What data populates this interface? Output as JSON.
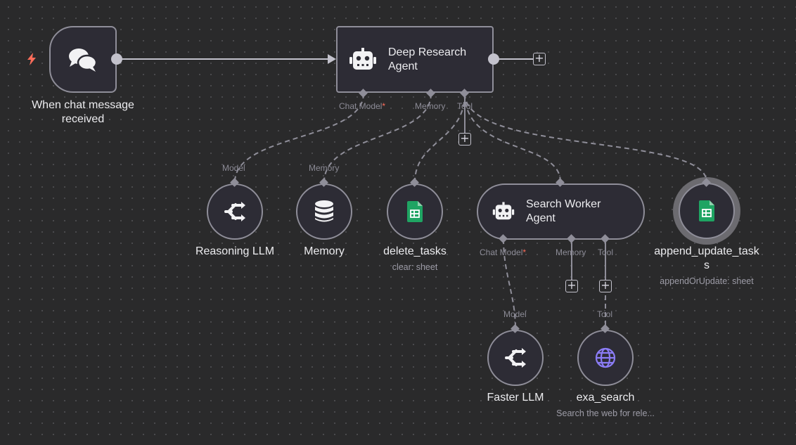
{
  "nodes": {
    "trigger": {
      "label_line1": "When chat message",
      "label_line2": "received",
      "icon": "chat-bubbles-icon"
    },
    "deep_agent": {
      "title_line1": "Deep Research",
      "title_line2": "Agent",
      "icon": "robot-icon",
      "ports": {
        "chat_model": "Chat Model",
        "memory": "Memory",
        "tool": "Tool"
      }
    },
    "reasoning_llm": {
      "label": "Reasoning LLM",
      "port": "Model",
      "icon": "model-selector-icon"
    },
    "memory": {
      "label": "Memory",
      "port": "Memory",
      "icon": "database-icon"
    },
    "delete_tasks": {
      "label": "delete_tasks",
      "sub": "clear: sheet",
      "icon": "google-sheets-icon"
    },
    "search_agent": {
      "title_line1": "Search Worker",
      "title_line2": "Agent",
      "icon": "robot-icon",
      "ports": {
        "chat_model": "Chat Model",
        "memory": "Memory",
        "tool": "Tool"
      }
    },
    "append_update": {
      "label_line1": "append_update_task",
      "label_line2": "s",
      "sub": "appendOrUpdate: sheet",
      "icon": "google-sheets-icon"
    },
    "faster_llm": {
      "label": "Faster LLM",
      "port": "Model",
      "icon": "model-selector-icon"
    },
    "exa_search": {
      "label": "exa_search",
      "sub": "Search the web for rele...",
      "port": "Tool",
      "icon": "globe-icon"
    }
  },
  "required_marker": "*",
  "add_symbol": "+",
  "colors": {
    "canvas": "#2a2a2b",
    "node_bg": "#2d2c35",
    "node_border": "#8f8e99",
    "wire": "#8f8e99",
    "trigger_bolt": "#ff6d5a",
    "sheets_green": "#1fa463",
    "globe_purple": "#8b7cf6",
    "required": "#ff6d5a"
  }
}
